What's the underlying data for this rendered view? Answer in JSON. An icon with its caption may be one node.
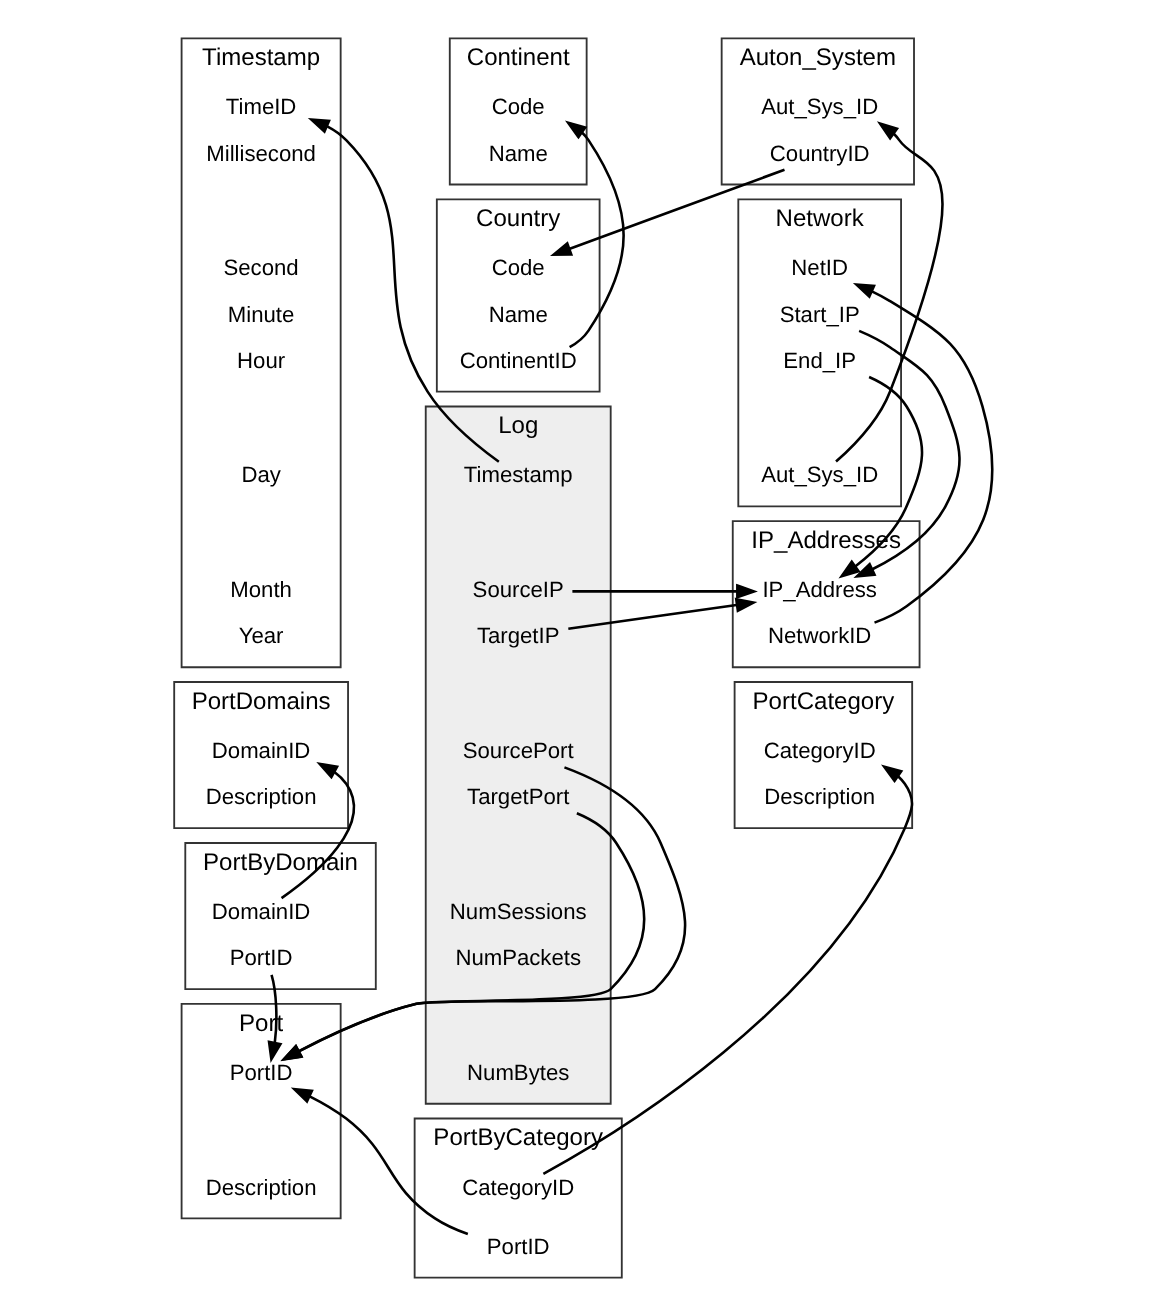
{
  "diagram": {
    "nodes": [
      {
        "text": [
          "Timestamp"
        ]
      },
      {
        "text": [
          "TimeID"
        ],
        "in": 0
      },
      {
        "text": [
          "Millisecond"
        ],
        "in": 0
      },
      {
        "text": [
          "Second"
        ],
        "in": 0
      },
      {
        "text": [
          "Minute"
        ],
        "in": 0
      },
      {
        "text": [
          "Hour"
        ],
        "in": 0
      },
      {
        "text": [
          "Day"
        ],
        "in": 0
      },
      {
        "text": [
          "Month"
        ],
        "in": 0
      },
      {
        "text": [
          "Year"
        ],
        "in": 0
      },
      {
        "text": [
          "Continent"
        ]
      },
      {
        "text": [
          "Code"
        ],
        "in": 9
      },
      {
        "text": [
          "Name"
        ],
        "in": 9
      },
      {
        "text": [
          "Auton_System"
        ]
      },
      {
        "text": [
          "Aut_Sys_ID"
        ],
        "in": 12
      },
      {
        "text": [
          "CountryID"
        ],
        "in": 12
      },
      {
        "text": [
          "Country"
        ]
      },
      {
        "text": [
          "Code"
        ],
        "in": 15
      },
      {
        "text": [
          "Name"
        ],
        "in": 15
      },
      {
        "text": [
          "ContinentID"
        ],
        "in": 15
      },
      {
        "text": [
          "Network"
        ]
      },
      {
        "text": [
          "NetID"
        ],
        "in": 19
      },
      {
        "text": [
          "Start_IP"
        ],
        "in": 19
      },
      {
        "text": [
          "End_IP"
        ],
        "in": 19
      },
      {
        "text": [
          "Aut_Sys_ID"
        ],
        "in": 19
      },
      {
        "text": [
          "PortDomains"
        ]
      },
      {
        "text": [
          "DomainID"
        ],
        "in": 24
      },
      {
        "text": [
          "Description"
        ],
        "in": 24
      },
      {
        "text": [
          "Log"
        ]
      },
      {
        "text": [
          "Timestamp"
        ],
        "in": 27
      },
      {
        "text": [
          "SourceIP"
        ],
        "in": 27
      },
      {
        "text": [
          "TargetIP"
        ],
        "in": 27
      },
      {
        "text": [
          "SourcePort"
        ],
        "in": 27
      },
      {
        "text": [
          "TargetPort"
        ],
        "in": 27
      },
      {
        "text": [
          "NumSessions"
        ],
        "in": 27
      },
      {
        "text": [
          "NumPackets"
        ],
        "in": 27
      },
      {
        "text": [
          "NumBytes"
        ],
        "in": 27
      },
      {
        "text": [
          "IP_Addresses"
        ]
      },
      {
        "text": [
          "IP_Address"
        ],
        "in": 36
      },
      {
        "text": [
          "NetworkID"
        ],
        "in": 36
      },
      {
        "text": [
          "PortByDomain"
        ]
      },
      {
        "text": [
          "DomainID"
        ],
        "in": 39
      },
      {
        "text": [
          "PortID"
        ],
        "in": 39
      },
      {
        "text": [
          "PortCategory"
        ]
      },
      {
        "text": [
          "CategoryID"
        ],
        "in": 42
      },
      {
        "text": [
          "Description"
        ],
        "in": 42
      },
      {
        "text": [
          "Port"
        ]
      },
      {
        "text": [
          "PortID"
        ],
        "in": 45
      },
      {
        "text": [
          "Description"
        ],
        "in": 45
      },
      {
        "text": [
          "PortByCategory"
        ]
      },
      {
        "text": [
          "CategoryID"
        ],
        "in": 48
      },
      {
        "text": [
          "PortID"
        ],
        "in": 48
      }
    ],
    "edges": [
      {
        "from": 28,
        "to": 1,
        "arrow": "to"
      },
      {
        "from": 18,
        "to": 10,
        "arrow": "to"
      },
      {
        "from": 14,
        "to": 16,
        "arrow": "to"
      },
      {
        "from": 23,
        "to": 13,
        "arrow": "to"
      },
      {
        "from": 38,
        "to": 20,
        "arrow": "to"
      },
      {
        "from": 21,
        "to": 37,
        "arrow": "to"
      },
      {
        "from": 22,
        "to": 37,
        "arrow": "to"
      },
      {
        "from": 29,
        "to": 37,
        "arrow": "to"
      },
      {
        "from": 30,
        "to": 37,
        "arrow": "to"
      },
      {
        "from": 40,
        "to": 25,
        "arrow": "to"
      },
      {
        "from": 41,
        "to": 46,
        "arrow": "to"
      },
      {
        "from": 31,
        "to": 46,
        "arrow": "to"
      },
      {
        "from": 32,
        "to": 46,
        "arrow": "to"
      },
      {
        "from": 50,
        "to": 46,
        "arrow": "to"
      },
      {
        "from": 49,
        "to": 43,
        "arrow": "to"
      }
    ]
  }
}
